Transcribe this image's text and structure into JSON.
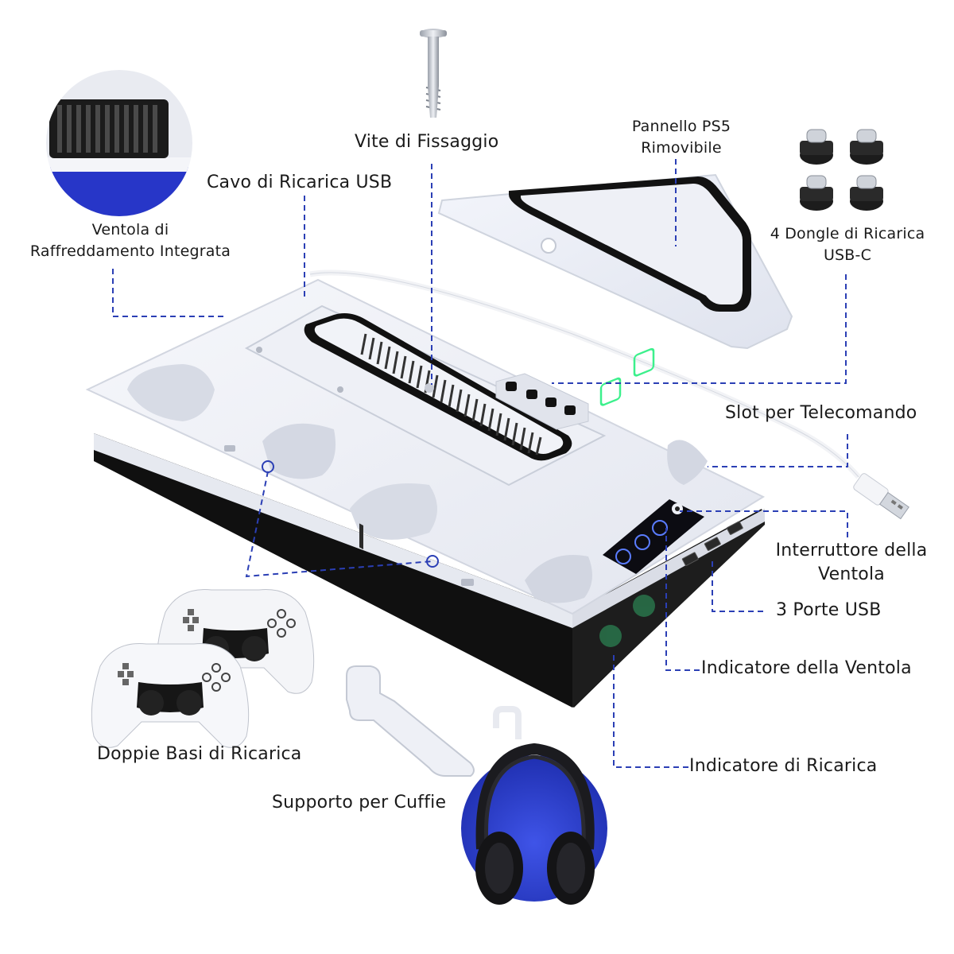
{
  "colors": {
    "accent": "#2a3cc7",
    "leader": "#2b3fb5",
    "dock_white": "#eef0f6",
    "dock_black": "#121212",
    "led_green": "#3cf08c",
    "panel_blue": "#5a7cff"
  },
  "labels": {
    "fixing_screw": "Vite di Fissaggio",
    "usb_cable": "Cavo di Ricarica USB",
    "fan_line1": "Ventola di",
    "fan_line2": "Raffreddamento Integrata",
    "panel_line1": "Pannello PS5",
    "panel_line2": "Rimovibile",
    "dongles_line1": "4 Dongle di Ricarica",
    "dongles_line2": "USB-C",
    "remote_slot": "Slot per Telecomando",
    "fan_switch_line1": "Interruttore della",
    "fan_switch_line2": "Ventola",
    "usb_ports": "3 Porte USB",
    "fan_indicator": "Indicatore della Ventola",
    "charge_indicator": "Indicatore di Ricarica",
    "dual_bases": "Doppie Basi di Ricarica",
    "headphone_holder": "Supporto per Cuffie"
  },
  "icons": [
    "fan-vent-closeup-icon",
    "screw-icon",
    "usb-c-dongle-icon",
    "usb-plug-icon",
    "controller-icon",
    "headset-icon",
    "headset-hook-icon",
    "fan-speed-icon",
    "power-icon"
  ]
}
